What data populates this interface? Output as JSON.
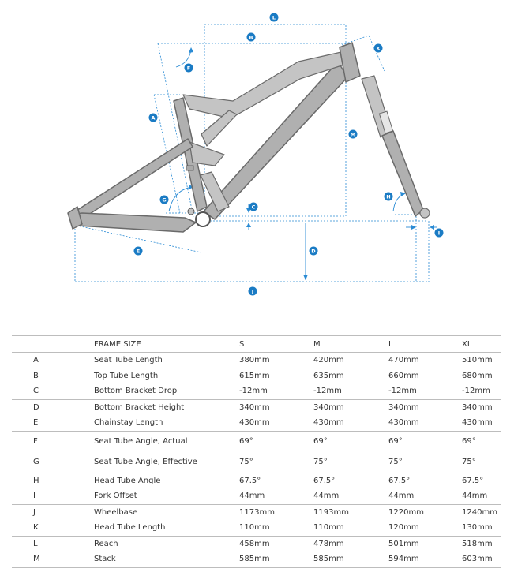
{
  "badges": {
    "l": "L",
    "b": "B",
    "k": "K",
    "f": "F",
    "a": "A",
    "m": "M",
    "g": "G",
    "h": "H",
    "c": "C",
    "d": "D",
    "e": "E",
    "i": "I",
    "j": "J"
  },
  "table": {
    "headers": [
      "",
      "FRAME SIZE",
      "S",
      "M",
      "L",
      "XL"
    ],
    "rows": [
      {
        "letter": "A",
        "name": "Seat Tube Length",
        "s": "380mm",
        "m": "420mm",
        "l": "470mm",
        "xl": "510mm"
      },
      {
        "letter": "B",
        "name": "Top Tube Length",
        "s": "615mm",
        "m": "635mm",
        "l": "660mm",
        "xl": "680mm"
      },
      {
        "letter": "C",
        "name": "Bottom Bracket Drop",
        "s": "-12mm",
        "m": "-12mm",
        "l": "-12mm",
        "xl": "-12mm"
      },
      {
        "letter": "D",
        "name": "Bottom Bracket Height",
        "s": "340mm",
        "m": "340mm",
        "l": "340mm",
        "xl": "340mm"
      },
      {
        "letter": "E",
        "name": "Chainstay Length",
        "s": "430mm",
        "m": "430mm",
        "l": "430mm",
        "xl": "430mm"
      },
      {
        "letter": "F",
        "name": "Seat Tube Angle, Actual",
        "s": "69°",
        "m": "69°",
        "l": "69°",
        "xl": "69°"
      },
      {
        "letter": "G",
        "name": "Seat Tube Angle, Effective",
        "s": "75°",
        "m": "75°",
        "l": "75°",
        "xl": "75°"
      },
      {
        "letter": "H",
        "name": "Head Tube Angle",
        "s": "67.5°",
        "m": "67.5°",
        "l": "67.5°",
        "xl": "67.5°"
      },
      {
        "letter": "I",
        "name": "Fork Offset",
        "s": "44mm",
        "m": "44mm",
        "l": "44mm",
        "xl": "44mm"
      },
      {
        "letter": "J",
        "name": "Wheelbase",
        "s": "1173mm",
        "m": "1193mm",
        "l": "1220mm",
        "xl": "1240mm"
      },
      {
        "letter": "K",
        "name": "Head Tube Length",
        "s": "110mm",
        "m": "110mm",
        "l": "120mm",
        "xl": "130mm"
      },
      {
        "letter": "L",
        "name": "Reach",
        "s": "458mm",
        "m": "478mm",
        "l": "501mm",
        "xl": "518mm"
      },
      {
        "letter": "M",
        "name": "Stack",
        "s": "585mm",
        "m": "585mm",
        "l": "594mm",
        "xl": "603mm"
      }
    ]
  }
}
